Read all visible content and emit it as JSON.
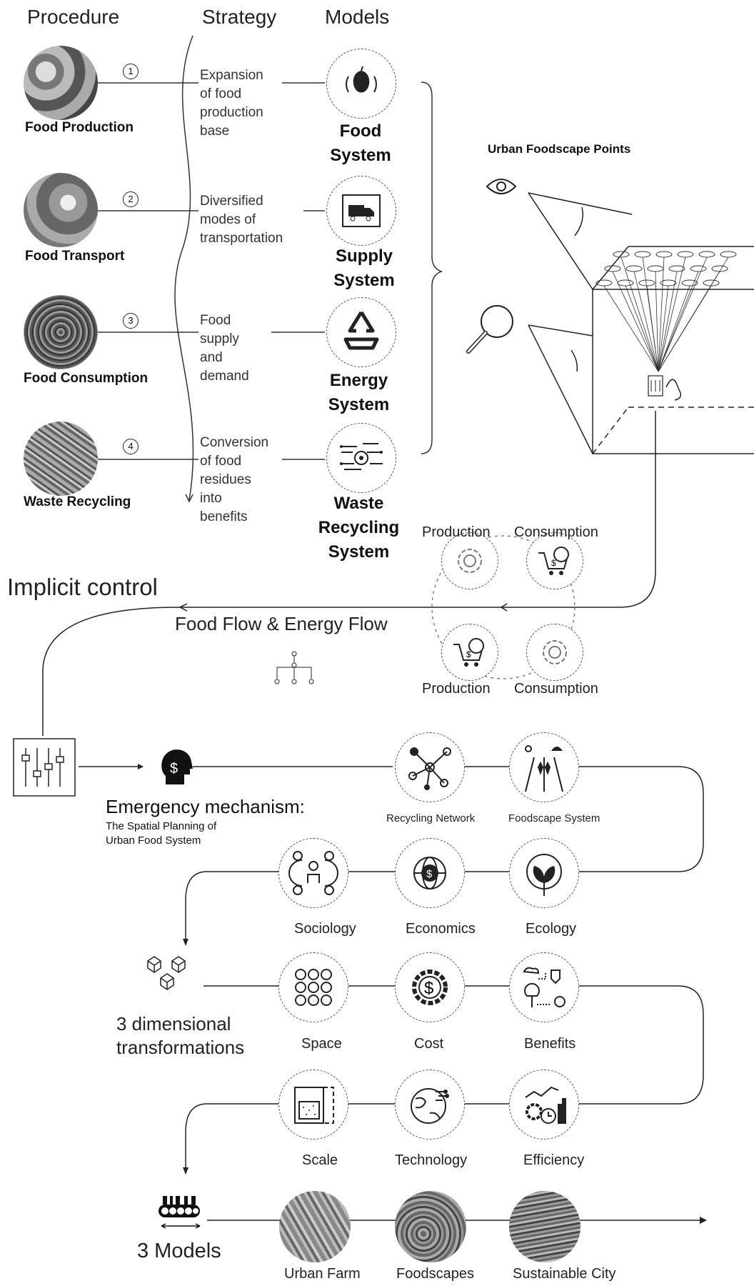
{
  "headers": {
    "procedure": "Procedure",
    "strategy": "Strategy",
    "models": "Models"
  },
  "procedures": [
    {
      "num": "1",
      "label": "Food Production"
    },
    {
      "num": "2",
      "label": "Food Transport"
    },
    {
      "num": "3",
      "label": "Food Consumption"
    },
    {
      "num": "4",
      "label": "Waste Recycling"
    }
  ],
  "strategies": [
    [
      "Expansion",
      "of food",
      "production",
      "base"
    ],
    [
      "Diversified",
      "modes of",
      "transportation"
    ],
    [
      "Food",
      "supply",
      "and",
      "demand"
    ],
    [
      "Conversion",
      "of food",
      "residues",
      "into",
      "benefits"
    ]
  ],
  "models": [
    [
      "Food",
      "System"
    ],
    [
      "Supply",
      "System"
    ],
    [
      "Energy",
      "System"
    ],
    [
      "Waste",
      "Recycling",
      "System"
    ]
  ],
  "foodscape": {
    "title": "Urban Foodscape Points"
  },
  "cycle": {
    "top_left": "Production",
    "top_right": "Consumption",
    "bottom_left": "Production",
    "bottom_right": "Consumption"
  },
  "implicit_control": "Implicit control",
  "flow_label": "Food Flow & Energy Flow",
  "emergency": {
    "title": "Emergency mechanism:",
    "subtitle_1": "The Spatial Planning of",
    "subtitle_2": "Urban Food System"
  },
  "row1": [
    "Recycling Network",
    "Foodscape System"
  ],
  "row2": [
    "Sociology",
    "Economics",
    "Ecology"
  ],
  "transform": {
    "line1": "3 dimensional",
    "line2": "transformations"
  },
  "row3": [
    "Space",
    "Cost",
    "Benefits"
  ],
  "row4": [
    "Scale",
    "Technology",
    "Efficiency"
  ],
  "three_models": "3 Models",
  "row5": [
    "Urban Farm",
    "Foodscapes",
    "Sustainable City"
  ]
}
